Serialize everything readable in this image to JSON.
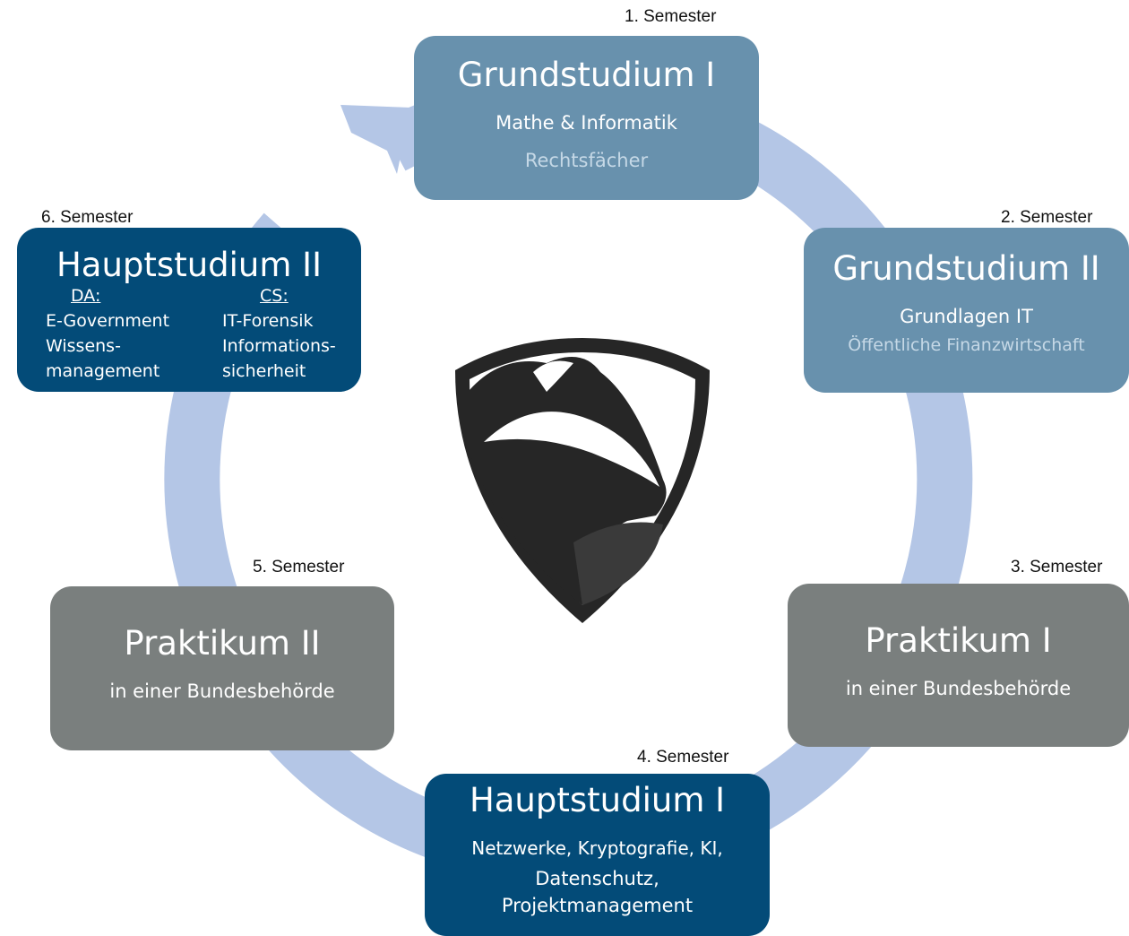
{
  "stages": [
    {
      "semester": "1. Semester",
      "title": "Grundstudium I",
      "lines": [
        "Mathe & Informatik"
      ],
      "faded_lines": [
        "Rechtsfächer"
      ]
    },
    {
      "semester": "2. Semester",
      "title": "Grundstudium II",
      "lines": [
        "Grundlagen IT"
      ],
      "faded_lines": [
        "Öffentliche Finanzwirtschaft"
      ]
    },
    {
      "semester": "3. Semester",
      "title": "Praktikum I",
      "lines": [
        "in einer Bundesbehörde"
      ]
    },
    {
      "semester": "4. Semester",
      "title": "Hauptstudium I",
      "lines": [
        "Netzwerke, Kryptografie, KI,",
        "Datenschutz,",
        "Projektmanagement"
      ]
    },
    {
      "semester": "5. Semester",
      "title": "Praktikum II",
      "lines": [
        "in einer Bundesbehörde"
      ]
    },
    {
      "semester": "6. Semester",
      "title": "Hauptstudium II",
      "columns": [
        {
          "heading": "DA:",
          "items": [
            "E-Government",
            "Wissens-",
            "management"
          ]
        },
        {
          "heading": "CS:",
          "items": [
            "IT-Forensik",
            "Informations-",
            "sicherheit"
          ]
        }
      ]
    }
  ],
  "colors": {
    "arrow": "#b4c6e6",
    "stage_light": "#6891ad",
    "stage_grey": "#7a7f7e",
    "stage_dark": "#034b78",
    "faded_text": "#c5d8e6"
  },
  "logo": {
    "icon": "badger-shield-icon"
  }
}
